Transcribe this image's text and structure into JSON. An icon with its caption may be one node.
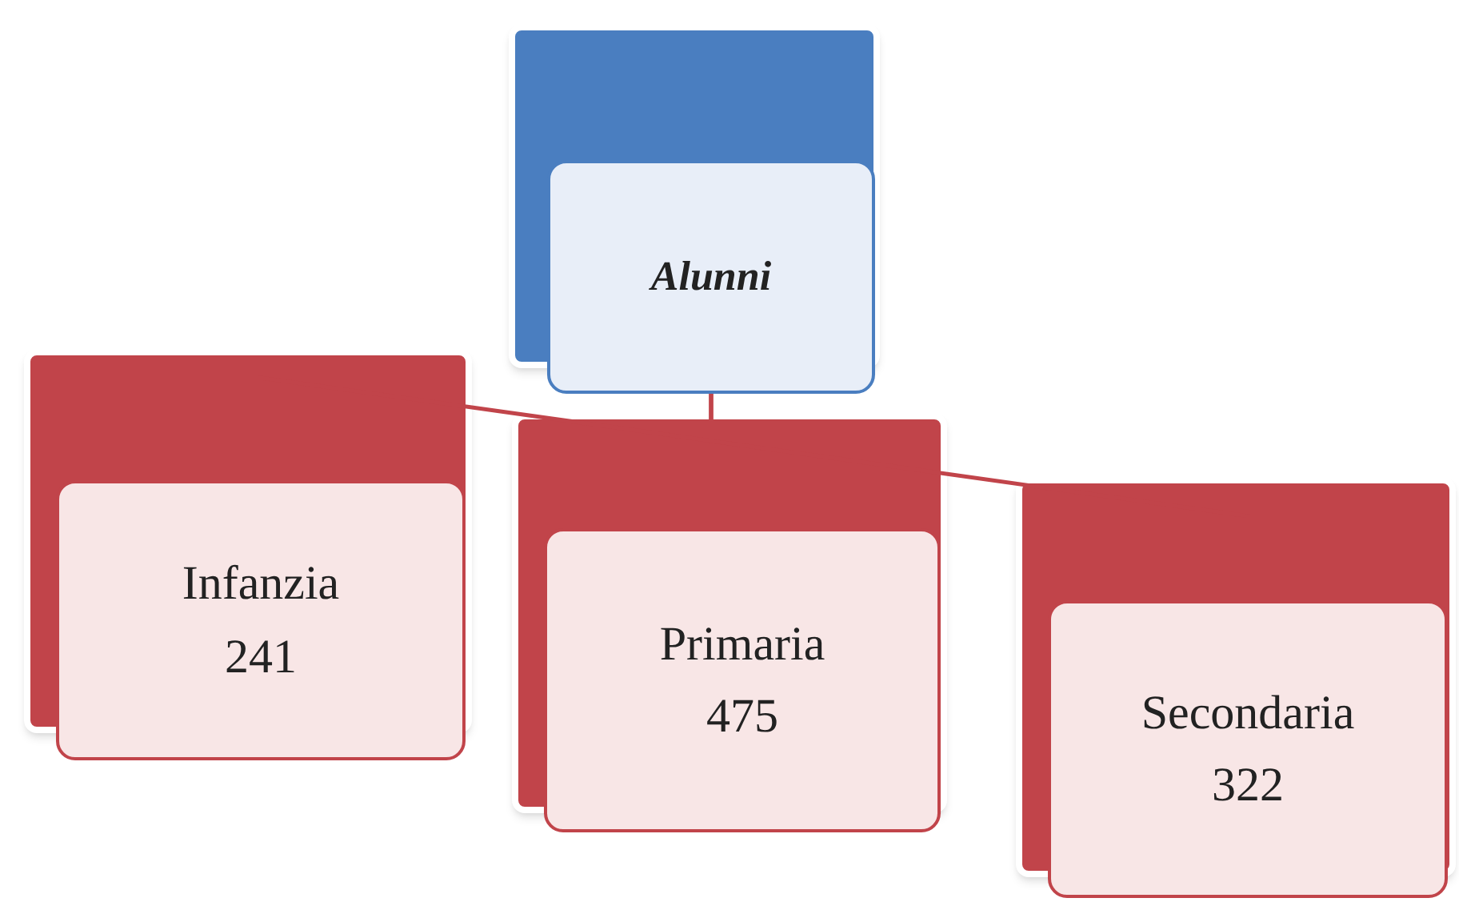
{
  "diagram": {
    "nodes": [
      {
        "text": [
          "Alunni"
        ]
      },
      {
        "text": [
          "Infanzia",
          "241"
        ]
      },
      {
        "text": [
          "Primaria",
          "475"
        ]
      },
      {
        "text": [
          "Secondaria",
          "322"
        ]
      }
    ],
    "edges": [
      {
        "from": 0,
        "to": 1,
        "arrow": "none"
      },
      {
        "from": 0,
        "to": 2,
        "arrow": "none"
      },
      {
        "from": 0,
        "to": 3,
        "arrow": "none"
      }
    ]
  }
}
